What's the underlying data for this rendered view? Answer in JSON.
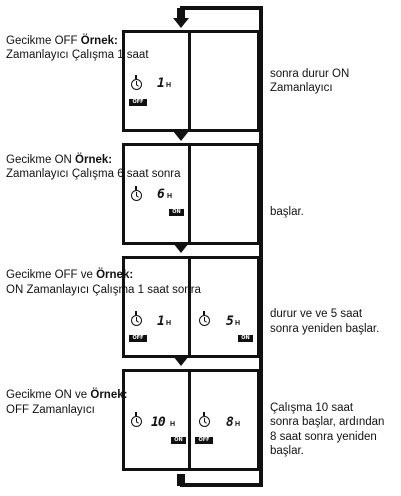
{
  "steps": [
    {
      "left_text_1": "Gecikme OFF",
      "left_bold_1": "Örnek:",
      "left_text_2": "Zamanlayıcı Çalışma 1 saat",
      "right_text": [
        "sonra durur ON",
        "Zamanlayıcı"
      ],
      "displays": [
        {
          "digit": "1",
          "unit": "H",
          "badge": "OFF"
        }
      ]
    },
    {
      "left_text_1": "Gecikme ON",
      "left_bold_1": "Örnek:",
      "left_text_2": "Zamanlayıcı Çalışma 6 saat sonra",
      "right_text": [
        "başlar."
      ],
      "displays": [
        {
          "digit": "6",
          "unit": "H",
          "badge": "ON"
        }
      ]
    },
    {
      "left_text_1": "Gecikme OFF ve",
      "left_bold_1": "Örnek:",
      "left_text_2": "ON Zamanlayıcı Çalışma 1 saat sonra",
      "right_text": [
        "durur ve ve 5 saat",
        "sonra yeniden başlar."
      ],
      "displays": [
        {
          "digit": "1",
          "unit": "H",
          "badge": "OFF"
        },
        {
          "digit": "5",
          "unit": "H",
          "badge": "ON"
        }
      ]
    },
    {
      "left_text_1": "Gecikme ON ve",
      "left_bold_1": "Örnek:",
      "left_text_2": "OFF Zamanlayıcı",
      "right_text": [
        "Çalışma 10 saat",
        "sonra başlar, ardından",
        "8 saat sonra yeniden",
        "başlar."
      ],
      "displays": [
        {
          "digit": "10",
          "unit": "H",
          "badge": "ON"
        },
        {
          "digit": "8",
          "unit": "H",
          "badge": "OFF"
        }
      ]
    }
  ]
}
